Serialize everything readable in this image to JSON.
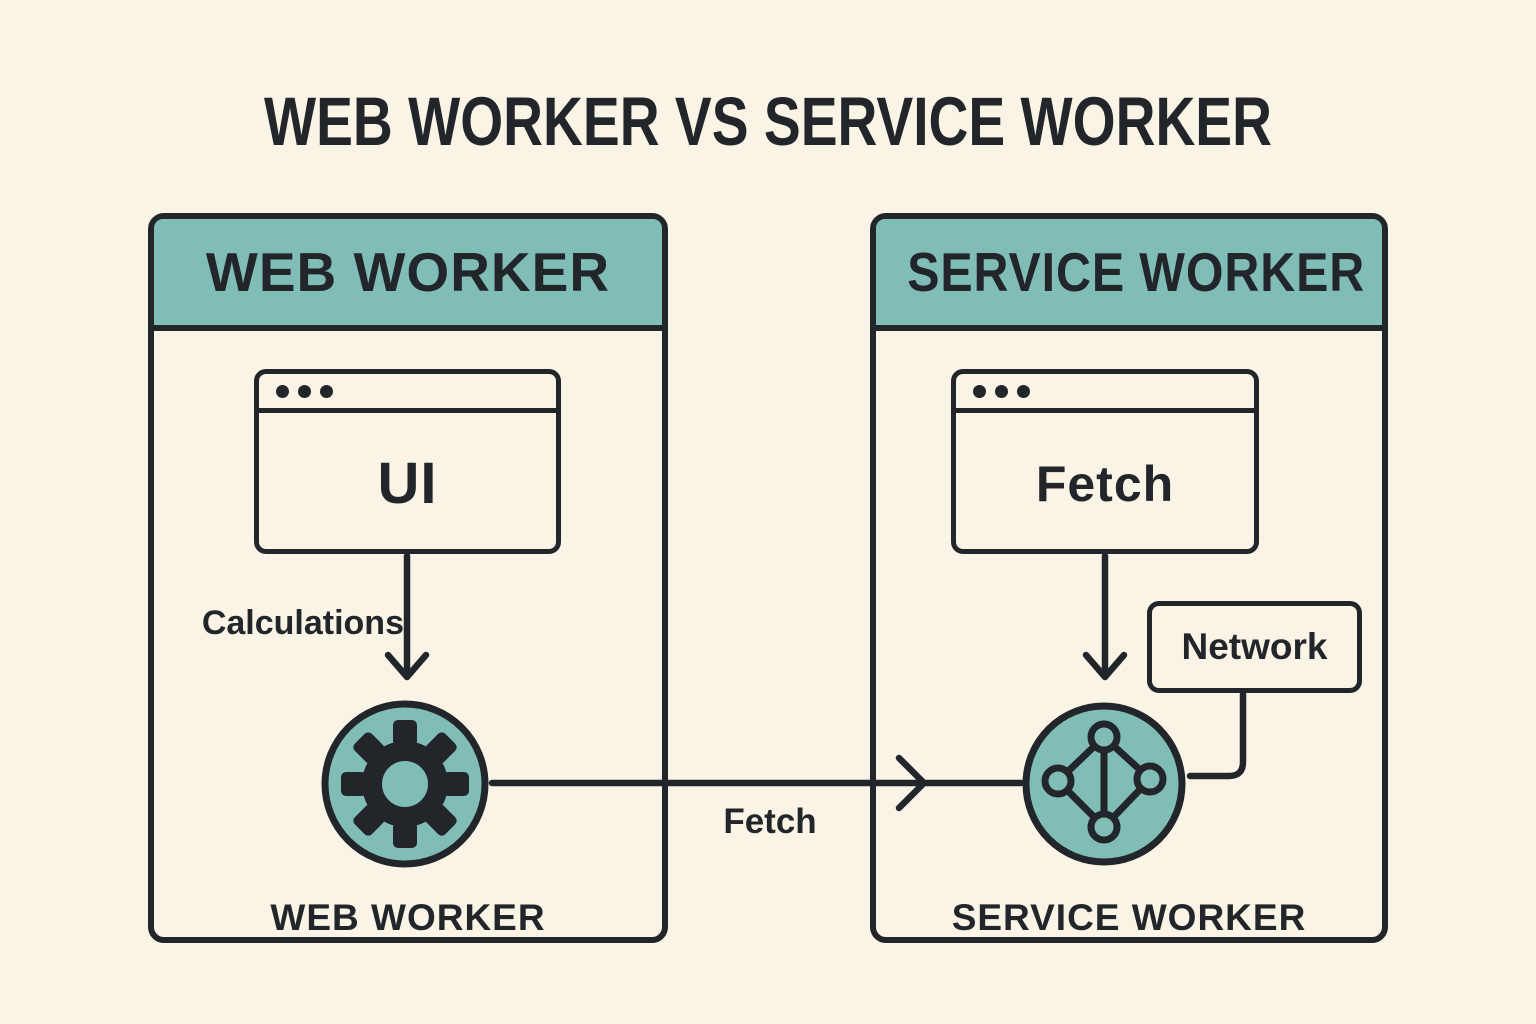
{
  "title": "WEB WORKER VS SERVICE WORKER",
  "colors": {
    "background": "#f9f4e5",
    "accent_teal": "#80bdb6",
    "ink": "#22262a"
  },
  "left_panel": {
    "header": "WEB WORKER",
    "window_label": "UI",
    "arrow_label": "Calculations",
    "node_label": "WEB WORKER"
  },
  "flow": {
    "fetch_label": "Fetch"
  },
  "right_panel": {
    "header": "SERVICE WORKER",
    "window_label": "Fetch",
    "network_label": "Network",
    "node_label": "SERVICE WORKER"
  },
  "icons": {
    "left_node": "gear-icon",
    "right_node": "network-nodes-icon",
    "window_chrome": "window-dots-icon"
  }
}
